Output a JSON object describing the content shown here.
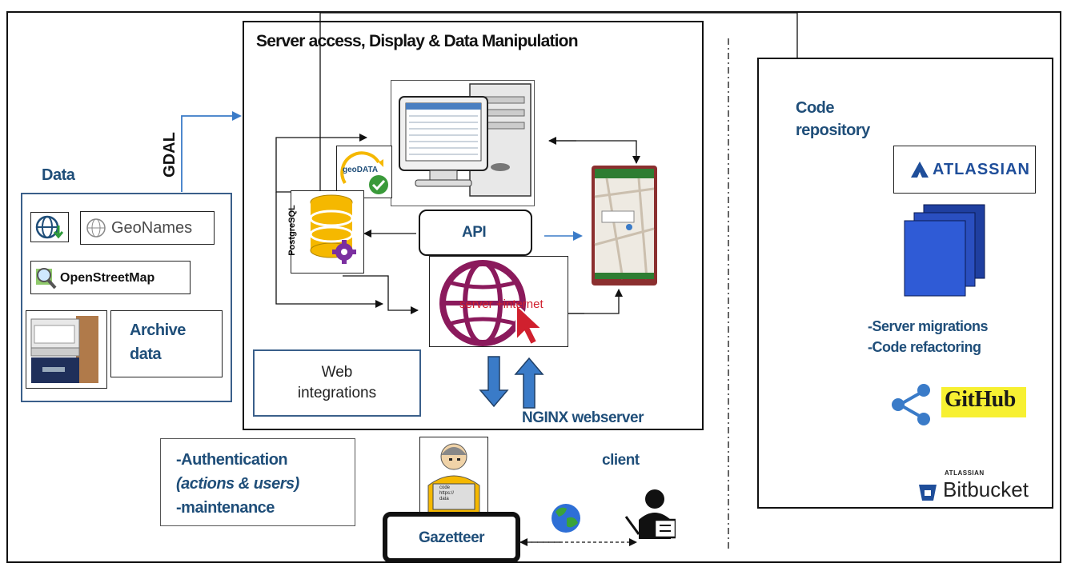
{
  "server": {
    "title": "Server access, Display & Data Manipulation",
    "api_label": "API",
    "server_label": "server +internet",
    "web_integrations_line1": "Web",
    "web_integrations_line2": "integrations",
    "nginx_label": "NGINX webserver",
    "postgresql_label": "PostgreSQL",
    "geodata_label": "geoDATA"
  },
  "data": {
    "title": "Data",
    "gdal_label": "GDAL",
    "geonames_label": "GeoNames",
    "osm_label": "OpenStreetMap",
    "archive_line1": "Archive",
    "archive_line2": "data"
  },
  "repo": {
    "title_line1": "Code",
    "title_line2": "repository",
    "atlassian_label": "ATLASSIAN",
    "migration_line1": "-Server migrations",
    "migration_line2": "-Code refactoring",
    "github_label": "GitHub",
    "bitbucket_small": "ATLASSIAN",
    "bitbucket_label": "Bitbucket"
  },
  "admin": {
    "line1": "-Authentication",
    "line2": "(actions & users)",
    "line3": "-maintenance"
  },
  "client": {
    "client_label": "client",
    "gazetteer_label": "Gazetteer",
    "laptop_text": "code\nhttps://\ndata"
  },
  "colors": {
    "dark_blue": "#1f4e79",
    "arrow_blue": "#3a7bc8",
    "globe_purple": "#8b1a5c",
    "cursor_red": "#d0202e",
    "db_yellow": "#f5b800",
    "gear_purple": "#7b2fa0",
    "github_yellow": "#f7f032",
    "phone_green": "#2e7d32"
  }
}
